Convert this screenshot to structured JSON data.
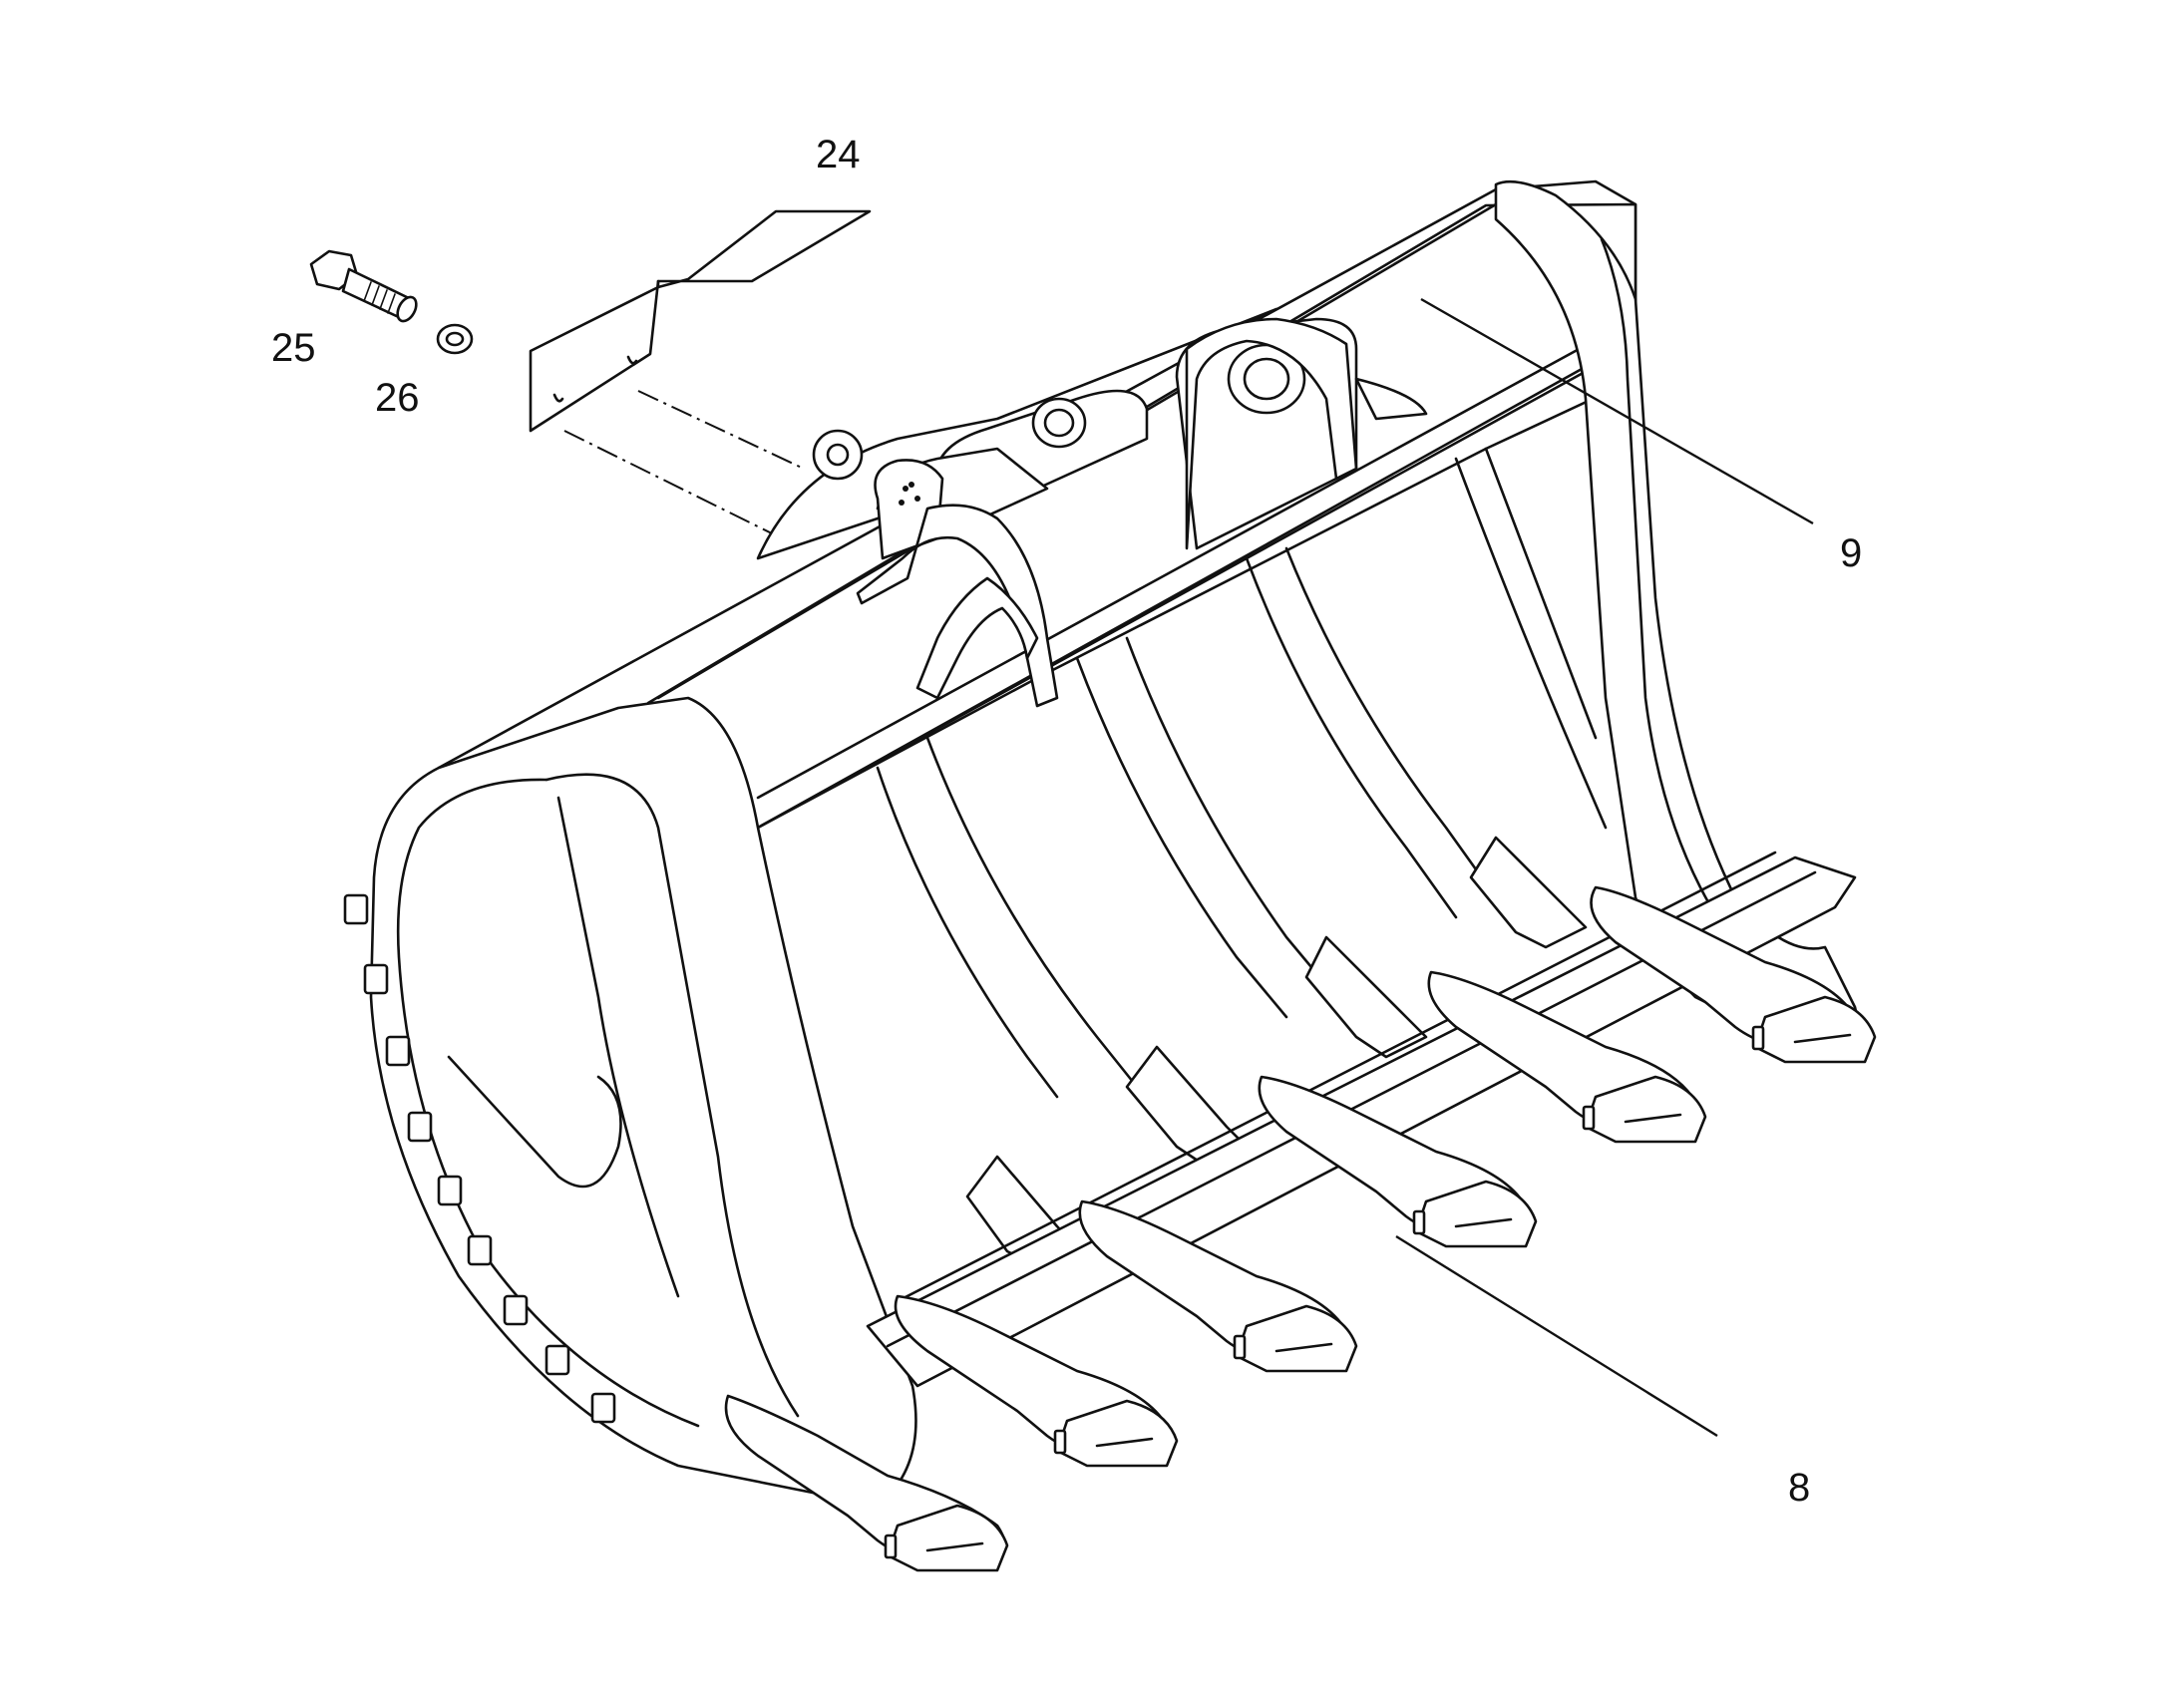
{
  "diagram": {
    "callouts": [
      {
        "id": "24",
        "label": "24",
        "part": "plate"
      },
      {
        "id": "25",
        "label": "25",
        "part": "bolt"
      },
      {
        "id": "26",
        "label": "26",
        "part": "washer"
      },
      {
        "id": "9",
        "label": "9",
        "part": "top-beam"
      },
      {
        "id": "8",
        "label": "8",
        "part": "cutting-edge"
      }
    ],
    "colors": {
      "line": "#111111",
      "background": "#ffffff"
    }
  }
}
